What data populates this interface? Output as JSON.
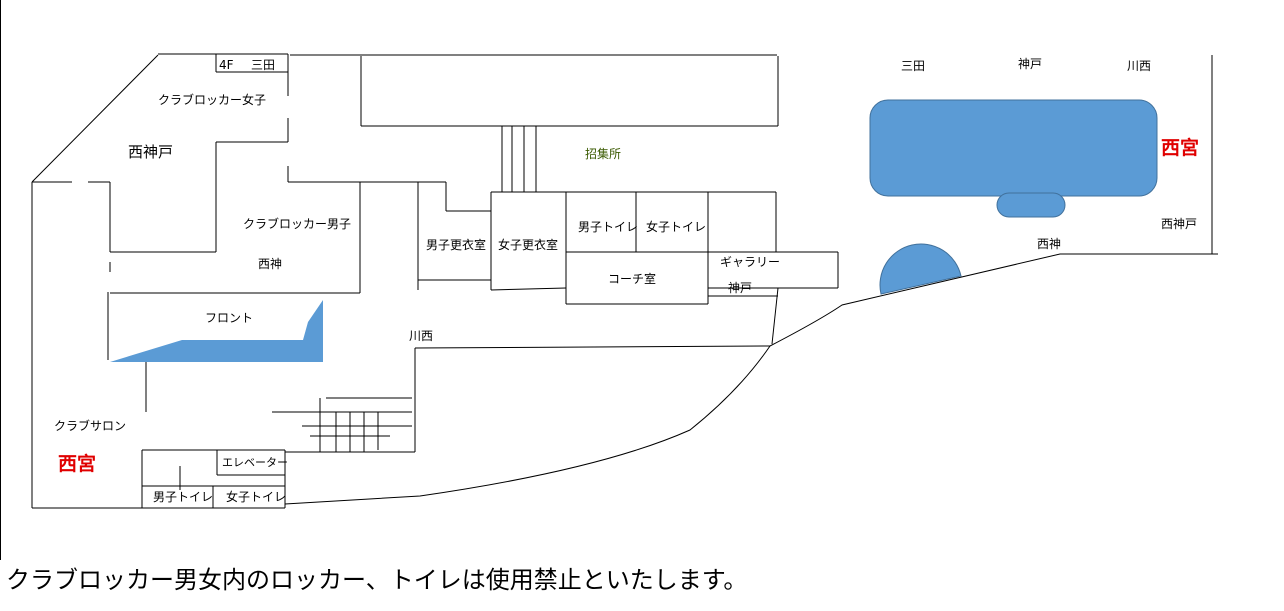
{
  "labels": {
    "floor_4f": "4F",
    "sanda_top_left": "三田",
    "club_locker_women": "クラブロッカー女子",
    "nishi_kobe_left": "西神戸",
    "club_locker_men": "クラブロッカー男子",
    "seishin_left": "西神",
    "front": "フロント",
    "club_salon": "クラブサロン",
    "nishinomiya_left": "西宮",
    "elevator": "エレベーター",
    "men_toilet_bottom": "男子トイレ",
    "women_toilet_bottom": "女子トイレ",
    "kawanishi_mid": "川西",
    "men_changing_room": "男子更衣室",
    "women_changing_room": "女子更衣室",
    "men_toilet_mid": "男子トイレ",
    "women_toilet_mid": "女子トイレ",
    "coach_room": "コーチ室",
    "gallery": "ギャラリー",
    "kobe_mid": "神戸",
    "recruitment_office": "招集所",
    "sanda_right": "三田",
    "kobe_right": "神戸",
    "kawanishi_right": "川西",
    "nishinomiya_right": "西宮",
    "nishi_kobe_right": "西神戸",
    "seishin_right": "西神"
  },
  "notice": "クラブロッカー男女内のロッカー、トイレは使用禁止といたします。",
  "colors": {
    "pool_blue": "#5b9bd5",
    "accent_red": "#e00000",
    "recruit_green": "#3a5a00"
  }
}
